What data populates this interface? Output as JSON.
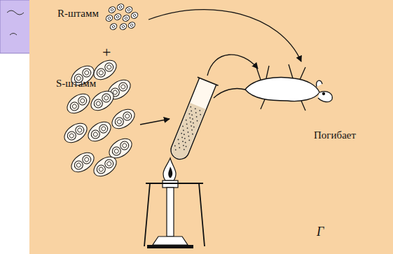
{
  "diagram": {
    "labels": [
      "R-штамм",
      "+",
      "S-штамм",
      "Погибает",
      "Г"
    ]
  }
}
